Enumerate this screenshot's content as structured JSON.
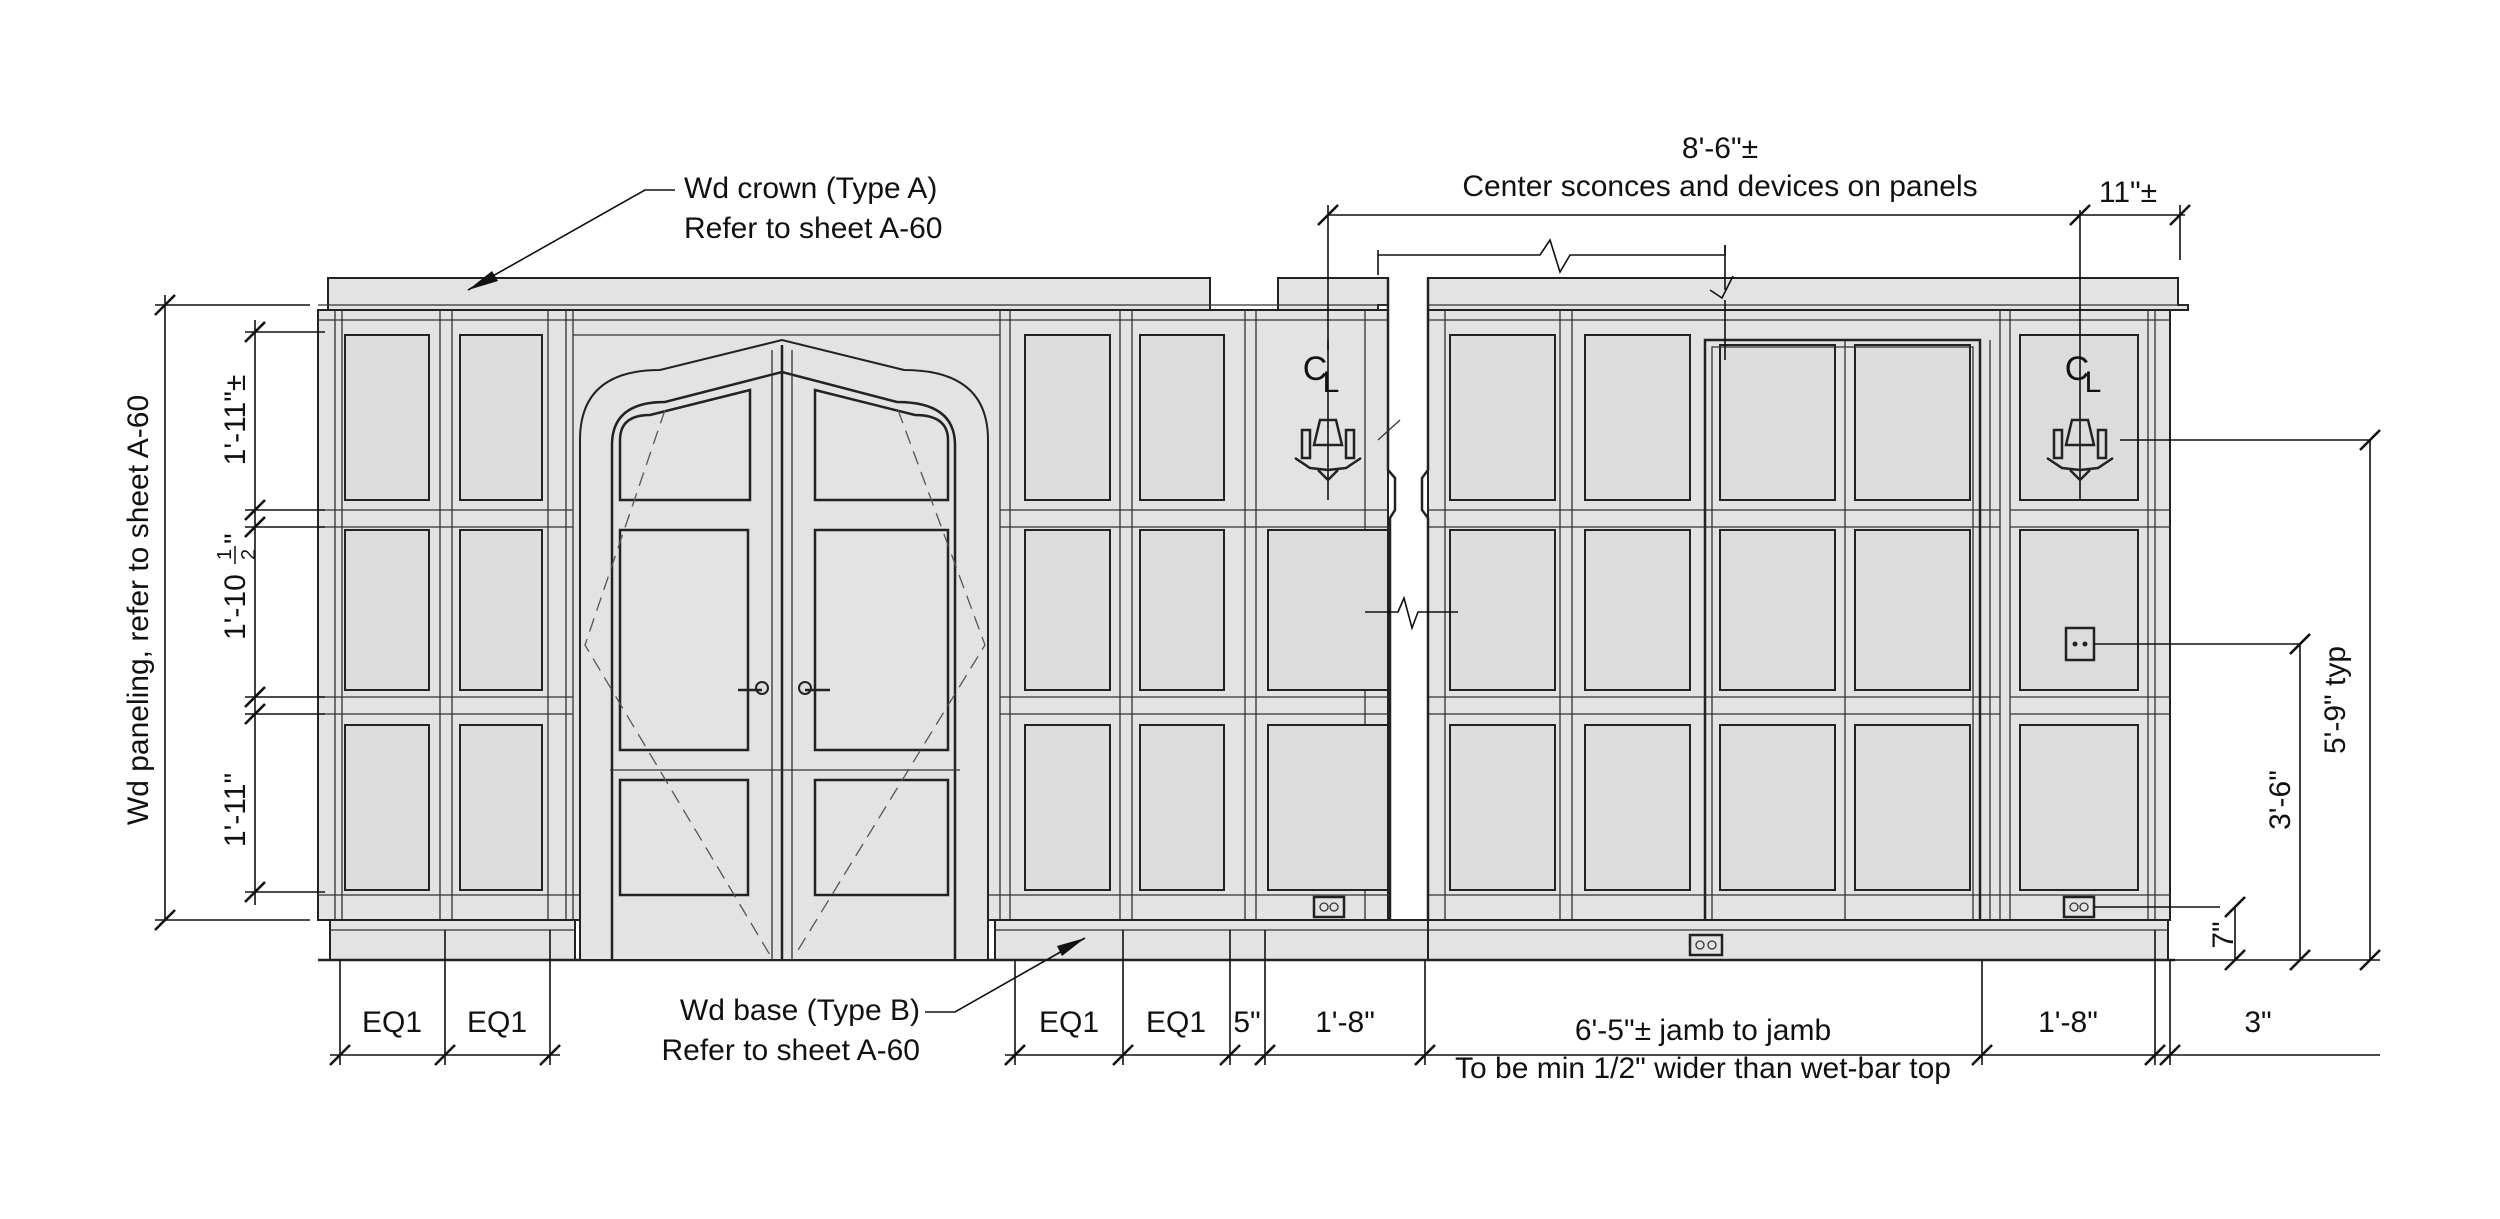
{
  "notes": {
    "crown_line1": "Wd crown (Type A)",
    "crown_line2": "Refer to sheet A-60",
    "base_line1": "Wd base (Type B)",
    "base_line2": "Refer to sheet A-60",
    "center_dim": "8'-6\"±",
    "center_note": "Center sconces and devices on panels",
    "paneling_note": "Wd paneling, refer to sheet A-60",
    "centerline_symbol": "CL"
  },
  "dimensions": {
    "right_offset": "11\"±",
    "upper_panel": "1'-11\"±",
    "middle_panel": "1'-10",
    "middle_frac_num": "1",
    "middle_frac_den": "2",
    "middle_inch_mark": "\"",
    "lower_panel": "1'-11\"",
    "eq1": "EQ1",
    "five": "5\"",
    "one_eight": "1'-8\"",
    "jamb": "6'-5\"± jamb to jamb",
    "jamb_note": "To be min 1/2\" wider than wet-bar top",
    "three": "3\"",
    "seven": "7\"",
    "three_six": "3'-6\"",
    "five_nine": "5'-9\" typ"
  }
}
